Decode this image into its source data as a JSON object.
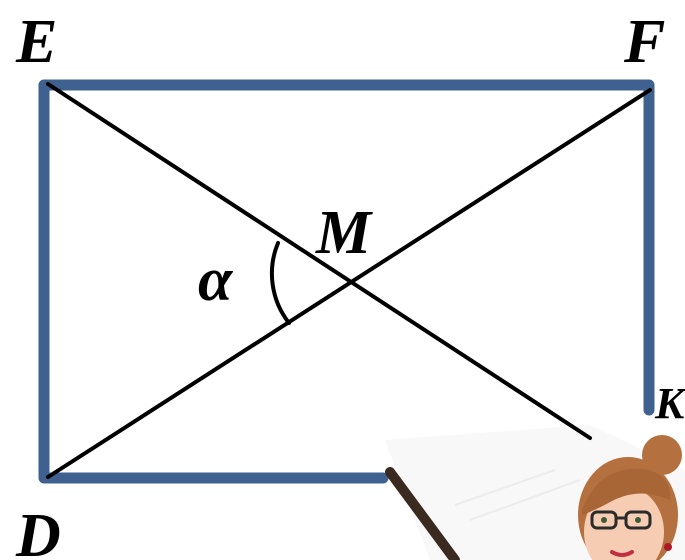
{
  "figure": {
    "vertices": {
      "E": "E",
      "F": "F",
      "D": "D",
      "K": "K"
    },
    "intersection_label": "M",
    "angle_label": "α"
  },
  "colors": {
    "rectangle_stroke": "#3f6190",
    "diagonal_stroke": "#000000",
    "label_color": "#000000",
    "background": "#ffffff"
  },
  "illustration": {
    "character": "teacher-with-pointer",
    "icon": "teacher-avatar-icon"
  }
}
